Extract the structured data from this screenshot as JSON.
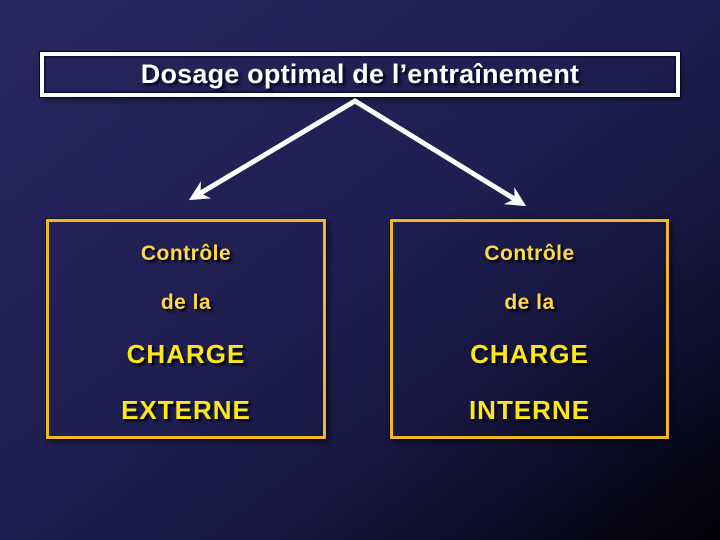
{
  "slide": {
    "title": "Dosage optimal de l’entraînement",
    "boxes": [
      {
        "id": "charge-externe",
        "lines": [
          "Contrôle",
          "de la",
          "CHARGE",
          "EXTERNE"
        ]
      },
      {
        "id": "charge-interne",
        "lines": [
          "Contrôle",
          "de la",
          "CHARGE",
          "INTERNE"
        ]
      }
    ],
    "colors": {
      "background_navy": "#212155",
      "background_black": "#010105",
      "title_border": "#ffffff",
      "title_text": "#ffffff",
      "box_border_yellow": "#f2b822",
      "text_yellow_small": "#ffd845",
      "text_yellow_large": "#ffe716",
      "arrow_white": "#ffffff"
    }
  }
}
